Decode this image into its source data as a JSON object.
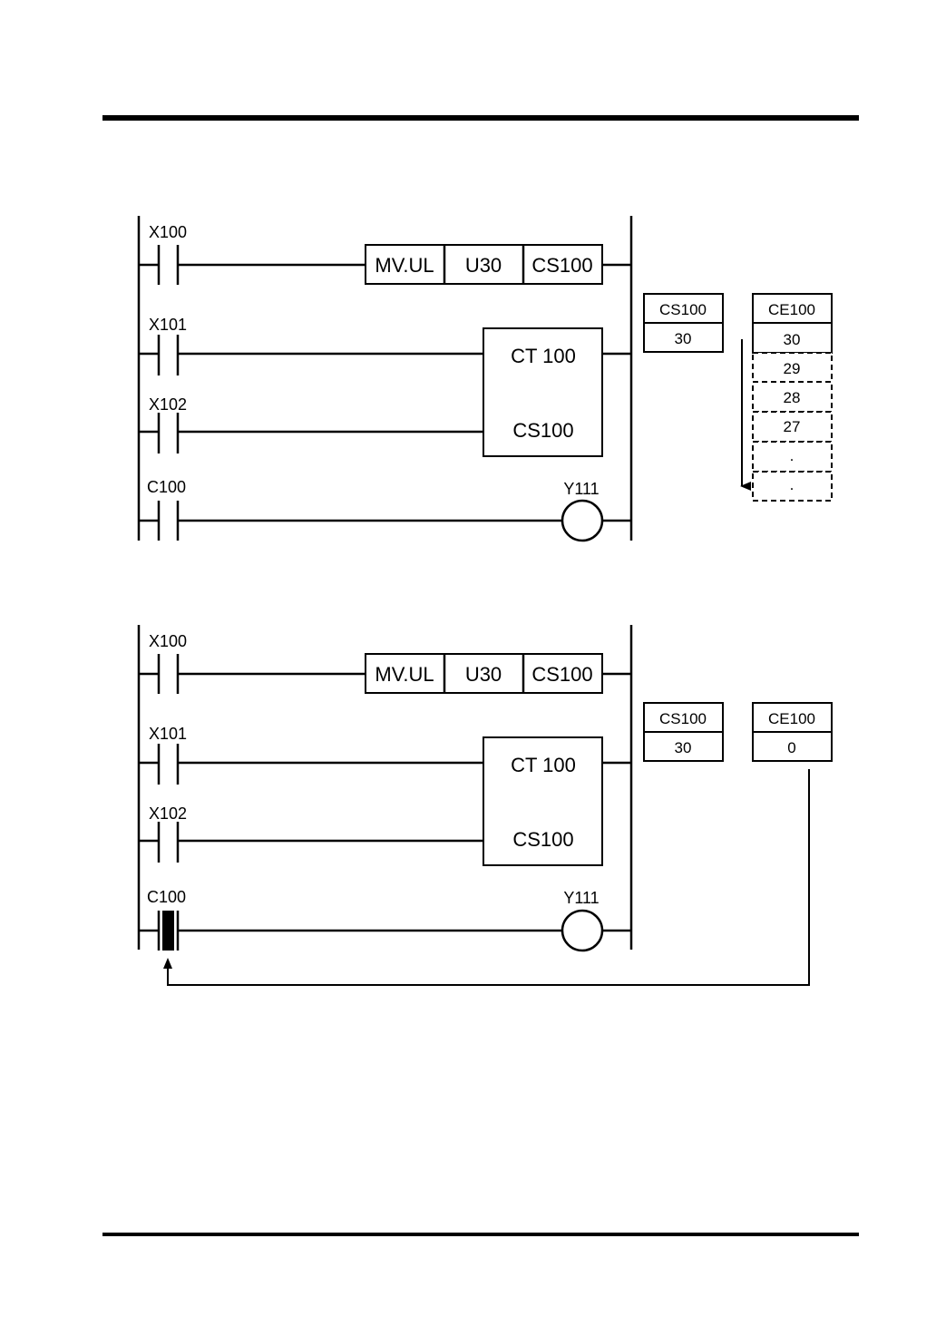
{
  "colors": {
    "ink": "#000000",
    "paper": "#ffffff"
  },
  "diagram1": {
    "rung1": {
      "contact": "X100",
      "instr": {
        "op": "MV.UL",
        "src": "U30",
        "dst": "CS100"
      }
    },
    "rung2": {
      "contact": "X101",
      "counter_name": "CT 100"
    },
    "rung3": {
      "contact": "X102",
      "counter_preset": "CS100"
    },
    "rung4": {
      "contact": "C100",
      "coil": "Y111"
    },
    "cs_register": {
      "label": "CS100",
      "value": "30"
    },
    "ce_register": {
      "label": "CE100",
      "values": [
        "30",
        "29",
        "28",
        "27",
        ".",
        "."
      ]
    }
  },
  "diagram2": {
    "rung1": {
      "contact": "X100",
      "instr": {
        "op": "MV.UL",
        "src": "U30",
        "dst": "CS100"
      }
    },
    "rung2": {
      "contact": "X101",
      "counter_name": "CT 100"
    },
    "rung3": {
      "contact": "X102",
      "counter_preset": "CS100"
    },
    "rung4": {
      "contact": "C100",
      "coil": "Y111"
    },
    "cs_register": {
      "label": "CS100",
      "value": "30"
    },
    "ce_register": {
      "label": "CE100",
      "value": "0"
    }
  }
}
